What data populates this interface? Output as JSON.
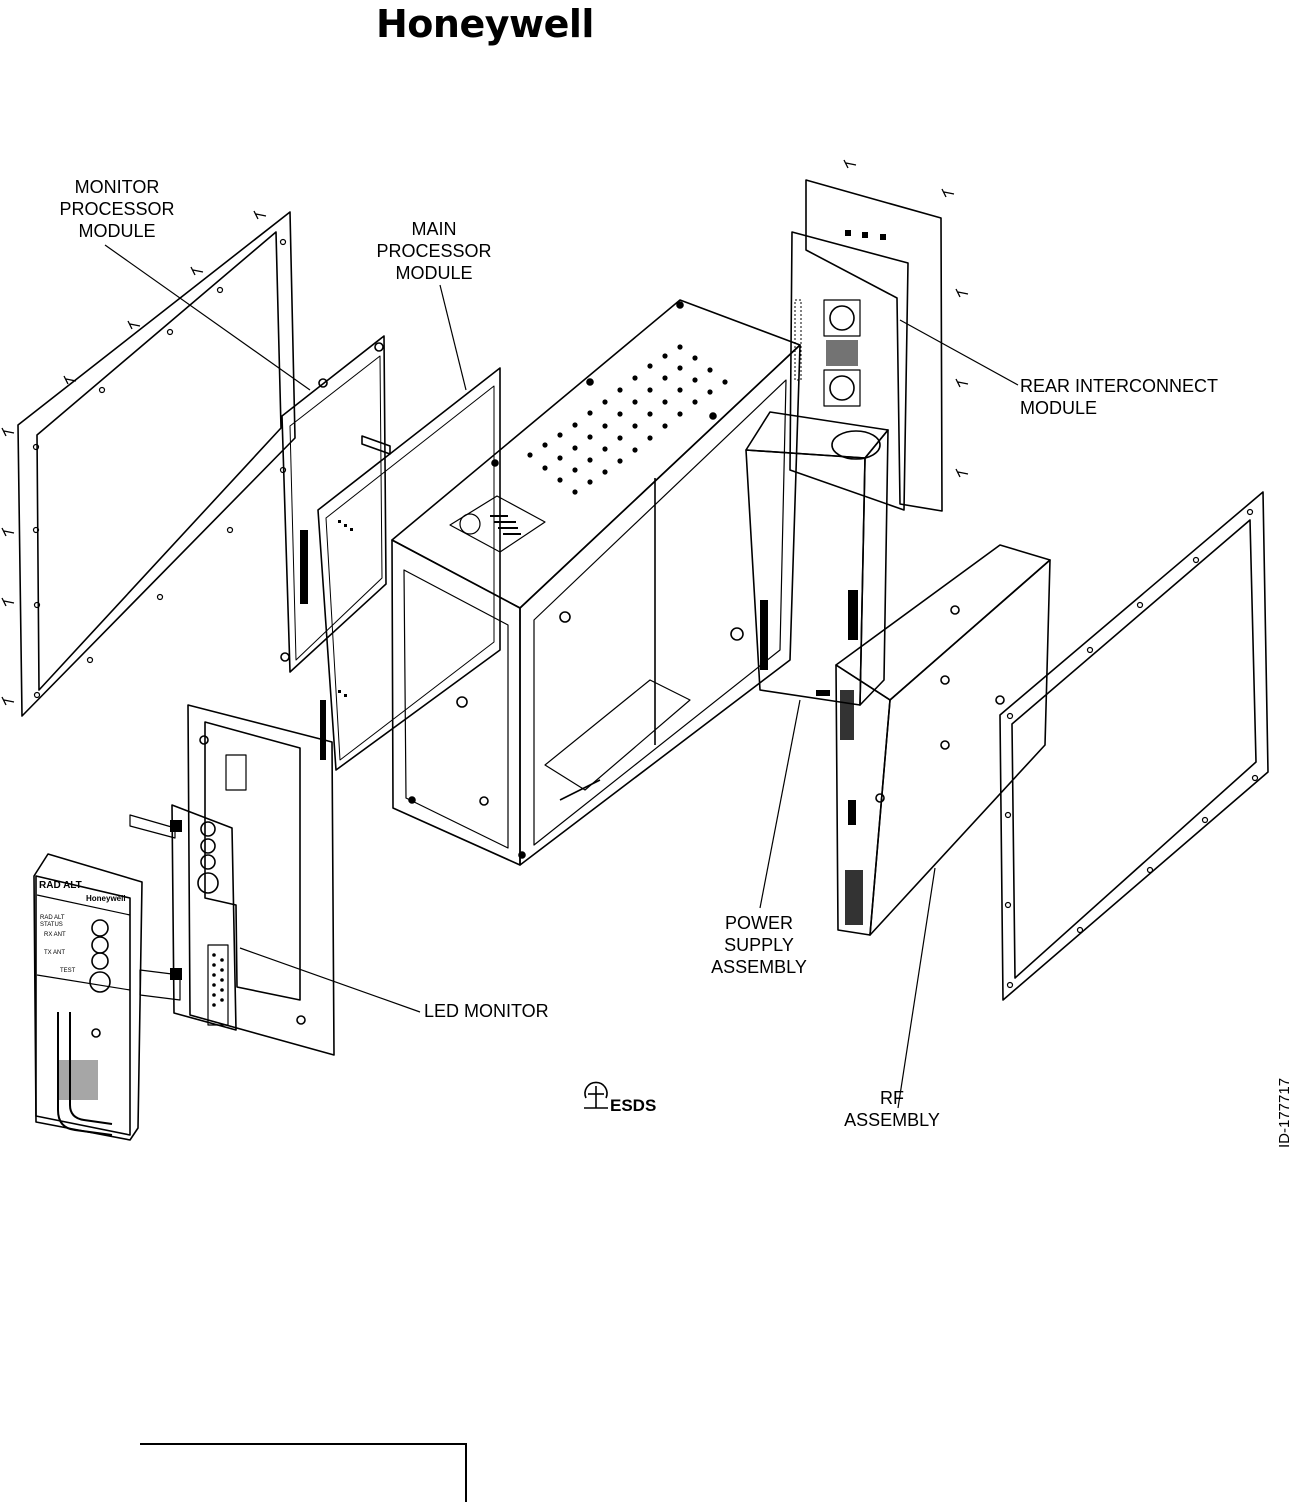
{
  "header": {
    "brand": "Honeywell"
  },
  "labels": {
    "monitor_processor": "MONITOR\nPROCESSOR\nMODULE",
    "main_processor": "MAIN\nPROCESSOR\nMODULE",
    "rear_interconnect": "REAR INTERCONNECT\nMODULE",
    "power_supply": "POWER\nSUPPLY\nASSEMBLY",
    "led_monitor": "LED MONITOR",
    "rf_assembly": "RF\nASSEMBLY",
    "esds": "ESDS"
  },
  "front_panel": {
    "title": "RAD ALT",
    "brand": "Honeywell",
    "indicators": [
      "RAD ALT STATUS",
      "RX ANT",
      "TX ANT",
      "TEST"
    ]
  },
  "figure_id": "ID-177717"
}
